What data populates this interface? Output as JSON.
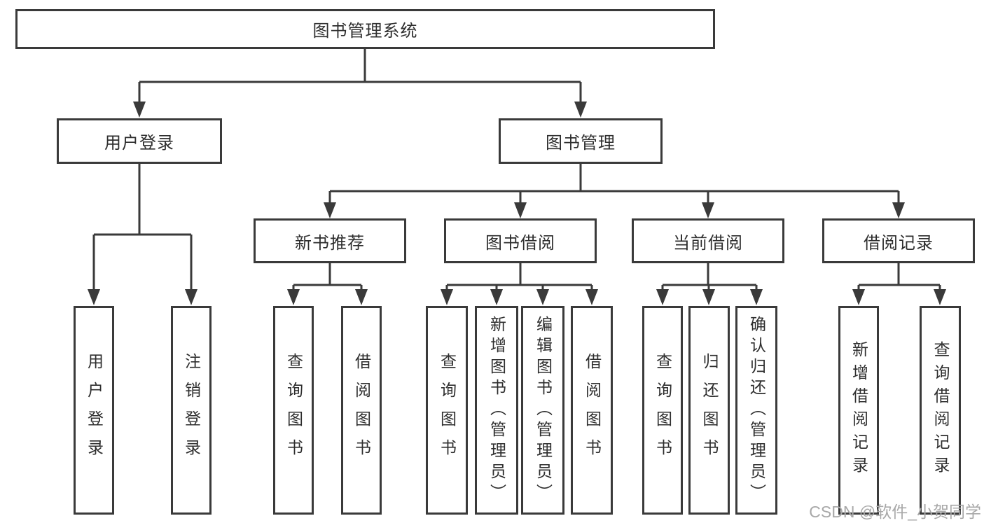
{
  "diagram": {
    "title": "图书管理系统",
    "root": {
      "label": "图书管理系统"
    },
    "level1": [
      {
        "label": "用户登录"
      },
      {
        "label": "图书管理"
      }
    ],
    "level2": [
      {
        "label": "新书推荐"
      },
      {
        "label": "图书借阅"
      },
      {
        "label": "当前借阅"
      },
      {
        "label": "借阅记录"
      }
    ],
    "leaves": {
      "user_login": [
        "用户登录",
        "注销登录"
      ],
      "new_book_recommend": [
        "查询图书",
        "借阅图书"
      ],
      "book_borrow": [
        "查询图书",
        "新增图书（管理员）",
        "编辑图书（管理员）",
        "借阅图书"
      ],
      "current_borrow": [
        "查询图书",
        "归还图书",
        "确认归还（管理员）"
      ],
      "borrow_records": [
        "新增借阅记录",
        "查询借阅记录"
      ]
    }
  },
  "watermark": "CSDN @软件_小贺同学",
  "colors": {
    "line": "#3a3a3a",
    "text": "#2e2e2e",
    "watermark": "#a8a8a8",
    "background": "#ffffff"
  }
}
